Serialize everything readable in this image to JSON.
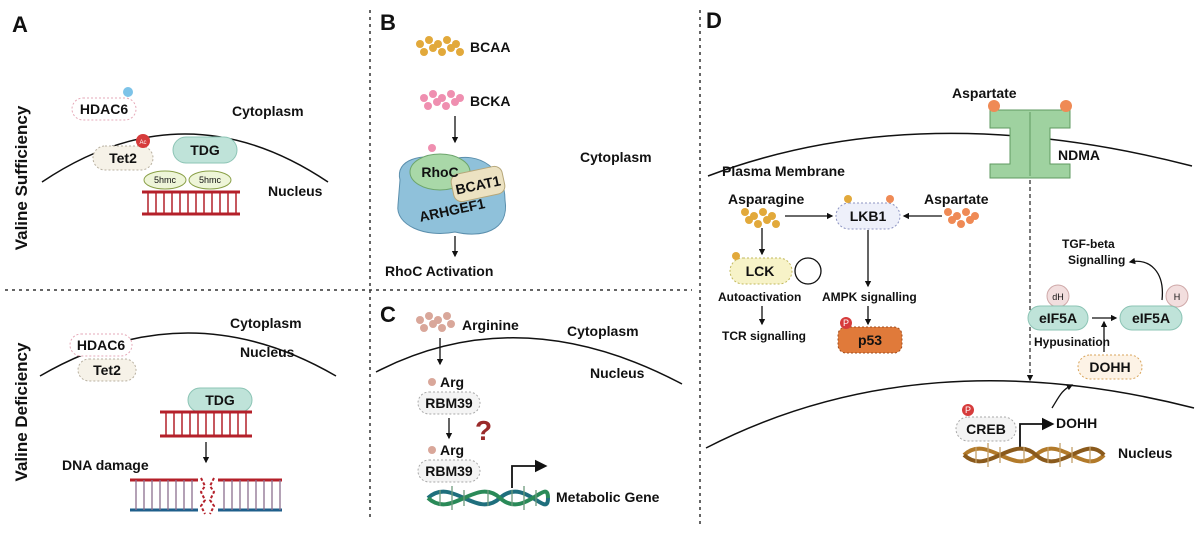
{
  "panel_letters": {
    "a": "A",
    "b": "B",
    "c": "C",
    "d": "D"
  },
  "side_labels": {
    "sufficiency": "Valine Sufficiency",
    "deficiency": "Valine Deficiency"
  },
  "panel_a_top": {
    "hdac6": "HDAC6",
    "ac": "Ac",
    "cytoplasm": "Cytoplasm",
    "tet2": "Tet2",
    "tdg": "TDG",
    "mark1": "5hmc",
    "mark2": "5hmc",
    "nucleus": "Nucleus"
  },
  "panel_a_bottom": {
    "cytoplasm": "Cytoplasm",
    "hdac6": "HDAC6",
    "nucleus": "Nucleus",
    "tet2": "Tet2",
    "tdg": "TDG",
    "dna_damage": "DNA damage"
  },
  "panel_b": {
    "bcaa": "BCAA",
    "bcka": "BCKA",
    "cytoplasm": "Cytoplasm",
    "rhoc": "RhoC",
    "bcat1": "BCAT1",
    "arhgef1": "ARHGEF1",
    "rhoc_activation": "RhoC Activation"
  },
  "panel_c": {
    "arginine": "Arginine",
    "cytoplasm": "Cytoplasm",
    "nucleus": "Nucleus",
    "arg1": "Arg",
    "rbm1": "RBM39",
    "question": "?",
    "arg2": "Arg",
    "rbm2": "RBM39",
    "metabolic_gene": "Metabolic Gene"
  },
  "panel_d": {
    "aspartate_top": "Aspartate",
    "ndma": "NDMA",
    "plasma_membrane": "Plasma Membrane",
    "asparagine": "Asparagine",
    "lkb1": "LKB1",
    "aspartate_right": "Aspartate",
    "lck": "LCK",
    "autoactivation": "Autoactivation",
    "ampk": "AMPK signalling",
    "tcr": "TCR signalling",
    "p": "P",
    "p53": "p53",
    "tgf_line1": "TGF-beta",
    "tgf_line2": "Signalling",
    "dh": "dH",
    "h": "H",
    "eif5a_left": "eIF5A",
    "eif5a_right": "eIF5A",
    "hypusination": "Hypusination",
    "dohh_box": "DOHH",
    "creb": "CREB",
    "dohh_gene": "DOHH",
    "nucleus": "Nucleus"
  },
  "colors": {
    "bcaa": "#e2a93b",
    "bcka": "#ef8fb0",
    "arginine": "#d9a79a",
    "aspartate": "#ef8a55",
    "tdg": "#bfe3d9",
    "dna_red": "#b4202a",
    "dna_blue": "#1f5f8b",
    "dna_green": "#2a8a58",
    "p53": "#e07a3a",
    "phospho": "#d63b3b",
    "ndma": "#9fd2a0"
  },
  "icons": [
    "dna-ladder-icon",
    "helix-dna-icon",
    "receptor-channel-icon",
    "molecule-cluster-icon",
    "rhoc-complex-icon",
    "gene-promoter-arrow-icon"
  ]
}
